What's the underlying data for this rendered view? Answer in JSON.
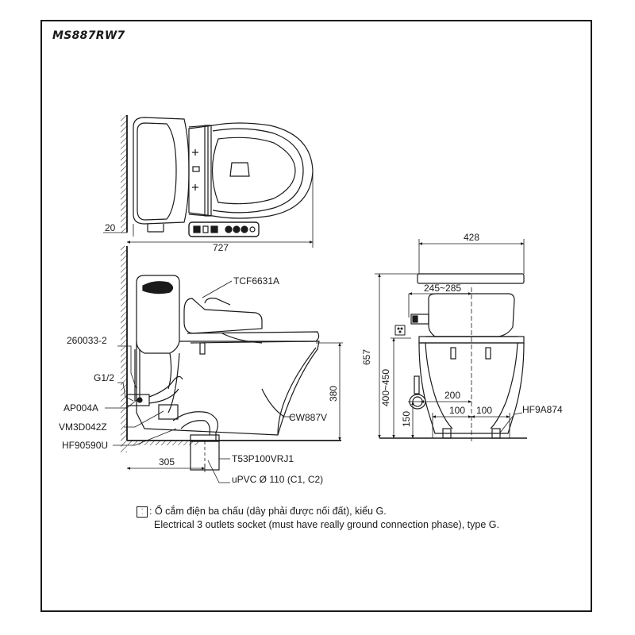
{
  "model": "MS887RW7",
  "labels": {
    "seat": "TCF6631A",
    "toilet": "CW887V",
    "part_260033": "260033-2",
    "g12": "G1/2",
    "ap004a": "AP004A",
    "vm3d042z": "VM3D042Z",
    "hf90590u": "HF90590U",
    "t53p": "T53P100VRJ1",
    "upvc": "uPVC Ø 110 (C1, C2)",
    "hf9a874": "HF9A874"
  },
  "dimensions": {
    "wall_gap": "20",
    "length": "727",
    "width": "428",
    "seat_range": "245~285",
    "height": "657",
    "outlet_range": "400~450",
    "bowl_height": "380",
    "drain_offset": "305",
    "socket_height": "200",
    "valve_height": "150",
    "foot_left": "100",
    "foot_right": "100"
  },
  "note": {
    "symbol_label": "socket-symbol",
    "vi": ": Ổ cắm điện ba chấu (dây phải được nối đất), kiểu G.",
    "en": "Electrical 3 outlets socket (must have really ground connection phase), type G."
  }
}
